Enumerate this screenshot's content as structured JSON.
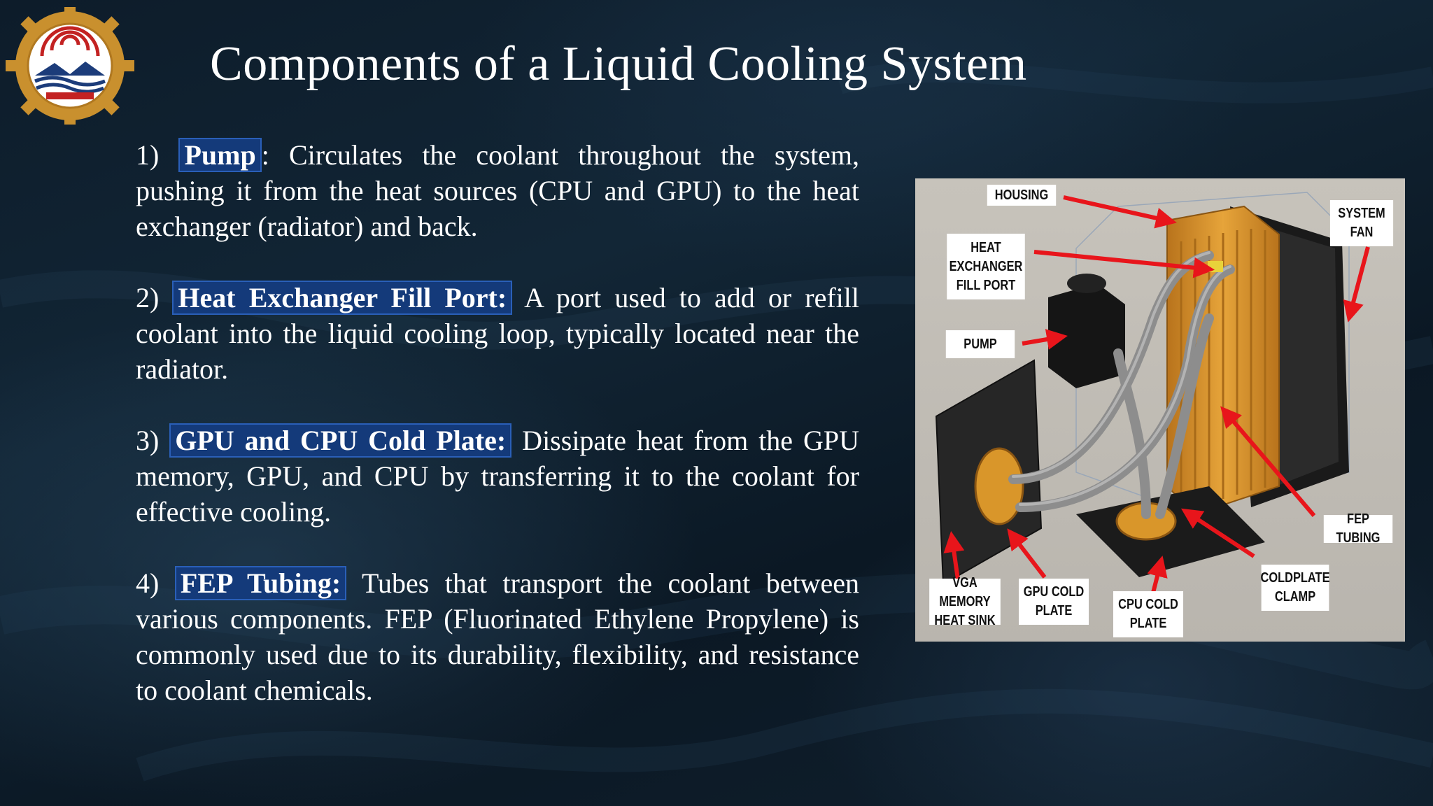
{
  "slide": {
    "title": "Components of a Liquid Cooling System"
  },
  "items": [
    {
      "num": "1)",
      "term": "Pump",
      "term_suffix": ":",
      "desc": " Circulates the coolant throughout the system, pushing it from the heat sources (CPU and GPU) to the heat exchanger (radiator) and back."
    },
    {
      "num": "2)",
      "term": "Heat Exchanger Fill Port:",
      "term_suffix": "",
      "desc": " A port used to add or refill coolant into the liquid cooling loop, typically located near the radiator."
    },
    {
      "num": "3)",
      "term": "GPU and CPU Cold Plate:",
      "term_suffix": "",
      "desc": " Dissipate heat from the GPU memory, GPU, and CPU by transferring it to the coolant for effective cooling."
    },
    {
      "num": "4)",
      "term": "FEP Tubing:",
      "term_suffix": "",
      "desc": " Tubes that transport the coolant between various components. FEP (Fluorinated Ethylene Propylene) is commonly used due to its durability, flexibility, and resistance to coolant chemicals."
    }
  ],
  "figure_labels": {
    "housing": "HOUSING",
    "heat_exchanger": "HEAT EXCHANGER FILL PORT",
    "pump": "PUMP",
    "system_fan": "SYSTEM FAN",
    "fep_tubing": "FEP TUBING",
    "coldplate_clamp": "COLDPLATE CLAMP",
    "cpu_cold_plate": "CPU COLD PLATE",
    "gpu_cold_plate": "GPU COLD PLATE",
    "vga_memory": "VGA MEMORY HEAT SINK"
  },
  "colors": {
    "highlight_bg": "#143a7a",
    "arrow": "#e8151b",
    "radiator": "#d9962a"
  }
}
